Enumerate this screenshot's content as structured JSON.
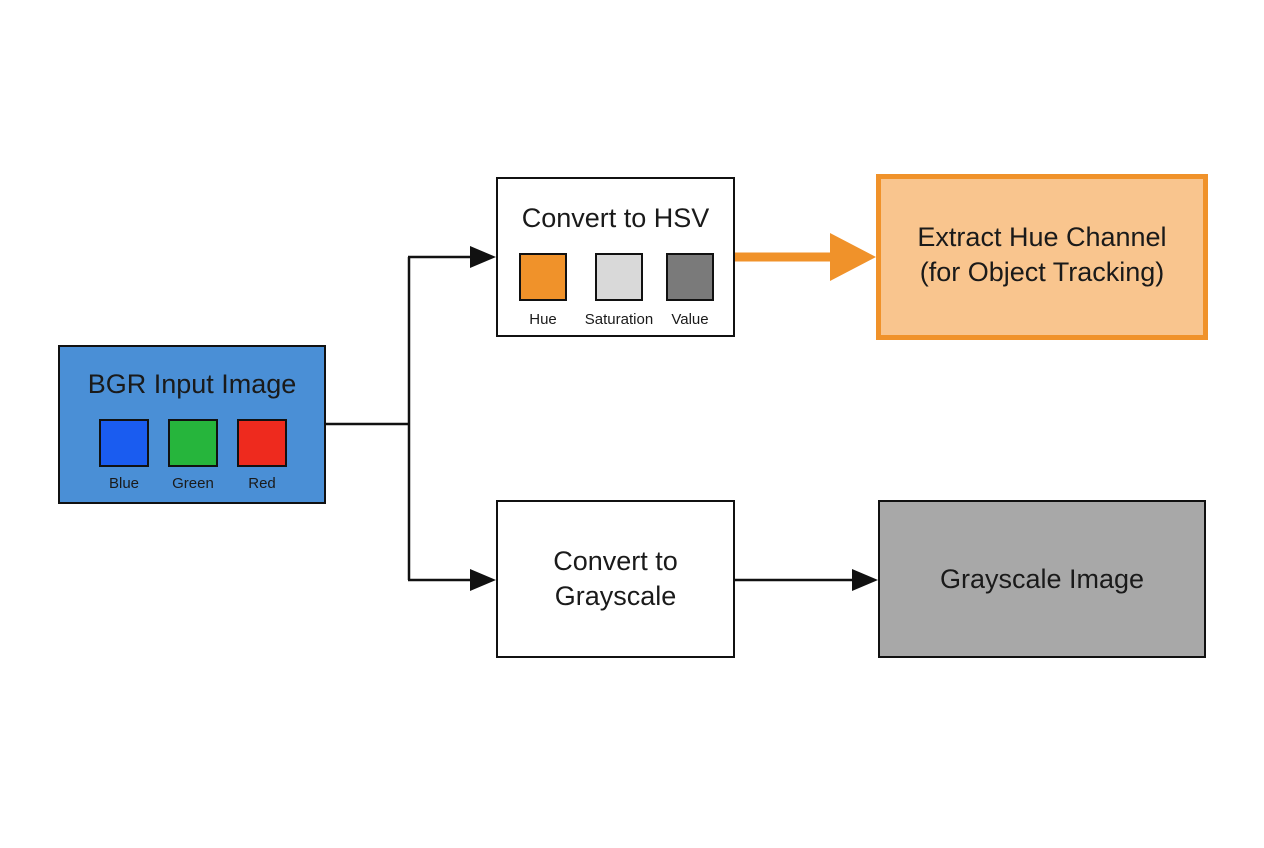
{
  "bgr_input": {
    "title": "BGR Input Image",
    "fill": "#4a8fd6",
    "channels": [
      {
        "label": "Blue",
        "color": "#1a5cf0"
      },
      {
        "label": "Green",
        "color": "#26b53c"
      },
      {
        "label": "Red",
        "color": "#ee2a1e"
      }
    ]
  },
  "hsv_convert": {
    "title": "Convert to HSV",
    "fill": "#ffffff",
    "channels": [
      {
        "label": "Hue",
        "color": "#f0922a"
      },
      {
        "label": "Saturation",
        "color": "#d9d9d9"
      },
      {
        "label": "Value",
        "color": "#7a7a7a"
      }
    ]
  },
  "hue_extract": {
    "line1": "Extract Hue Channel",
    "line2": "(for Object Tracking)",
    "fill": "#f9c58e",
    "border": "#f0922a"
  },
  "gray_convert": {
    "line1": "Convert to",
    "line2": "Grayscale",
    "fill": "#ffffff"
  },
  "gray_image": {
    "label": "Grayscale Image",
    "fill": "#a8a8a8"
  },
  "colors": {
    "arrow": "#111111",
    "highlight_arrow": "#f0922a"
  }
}
